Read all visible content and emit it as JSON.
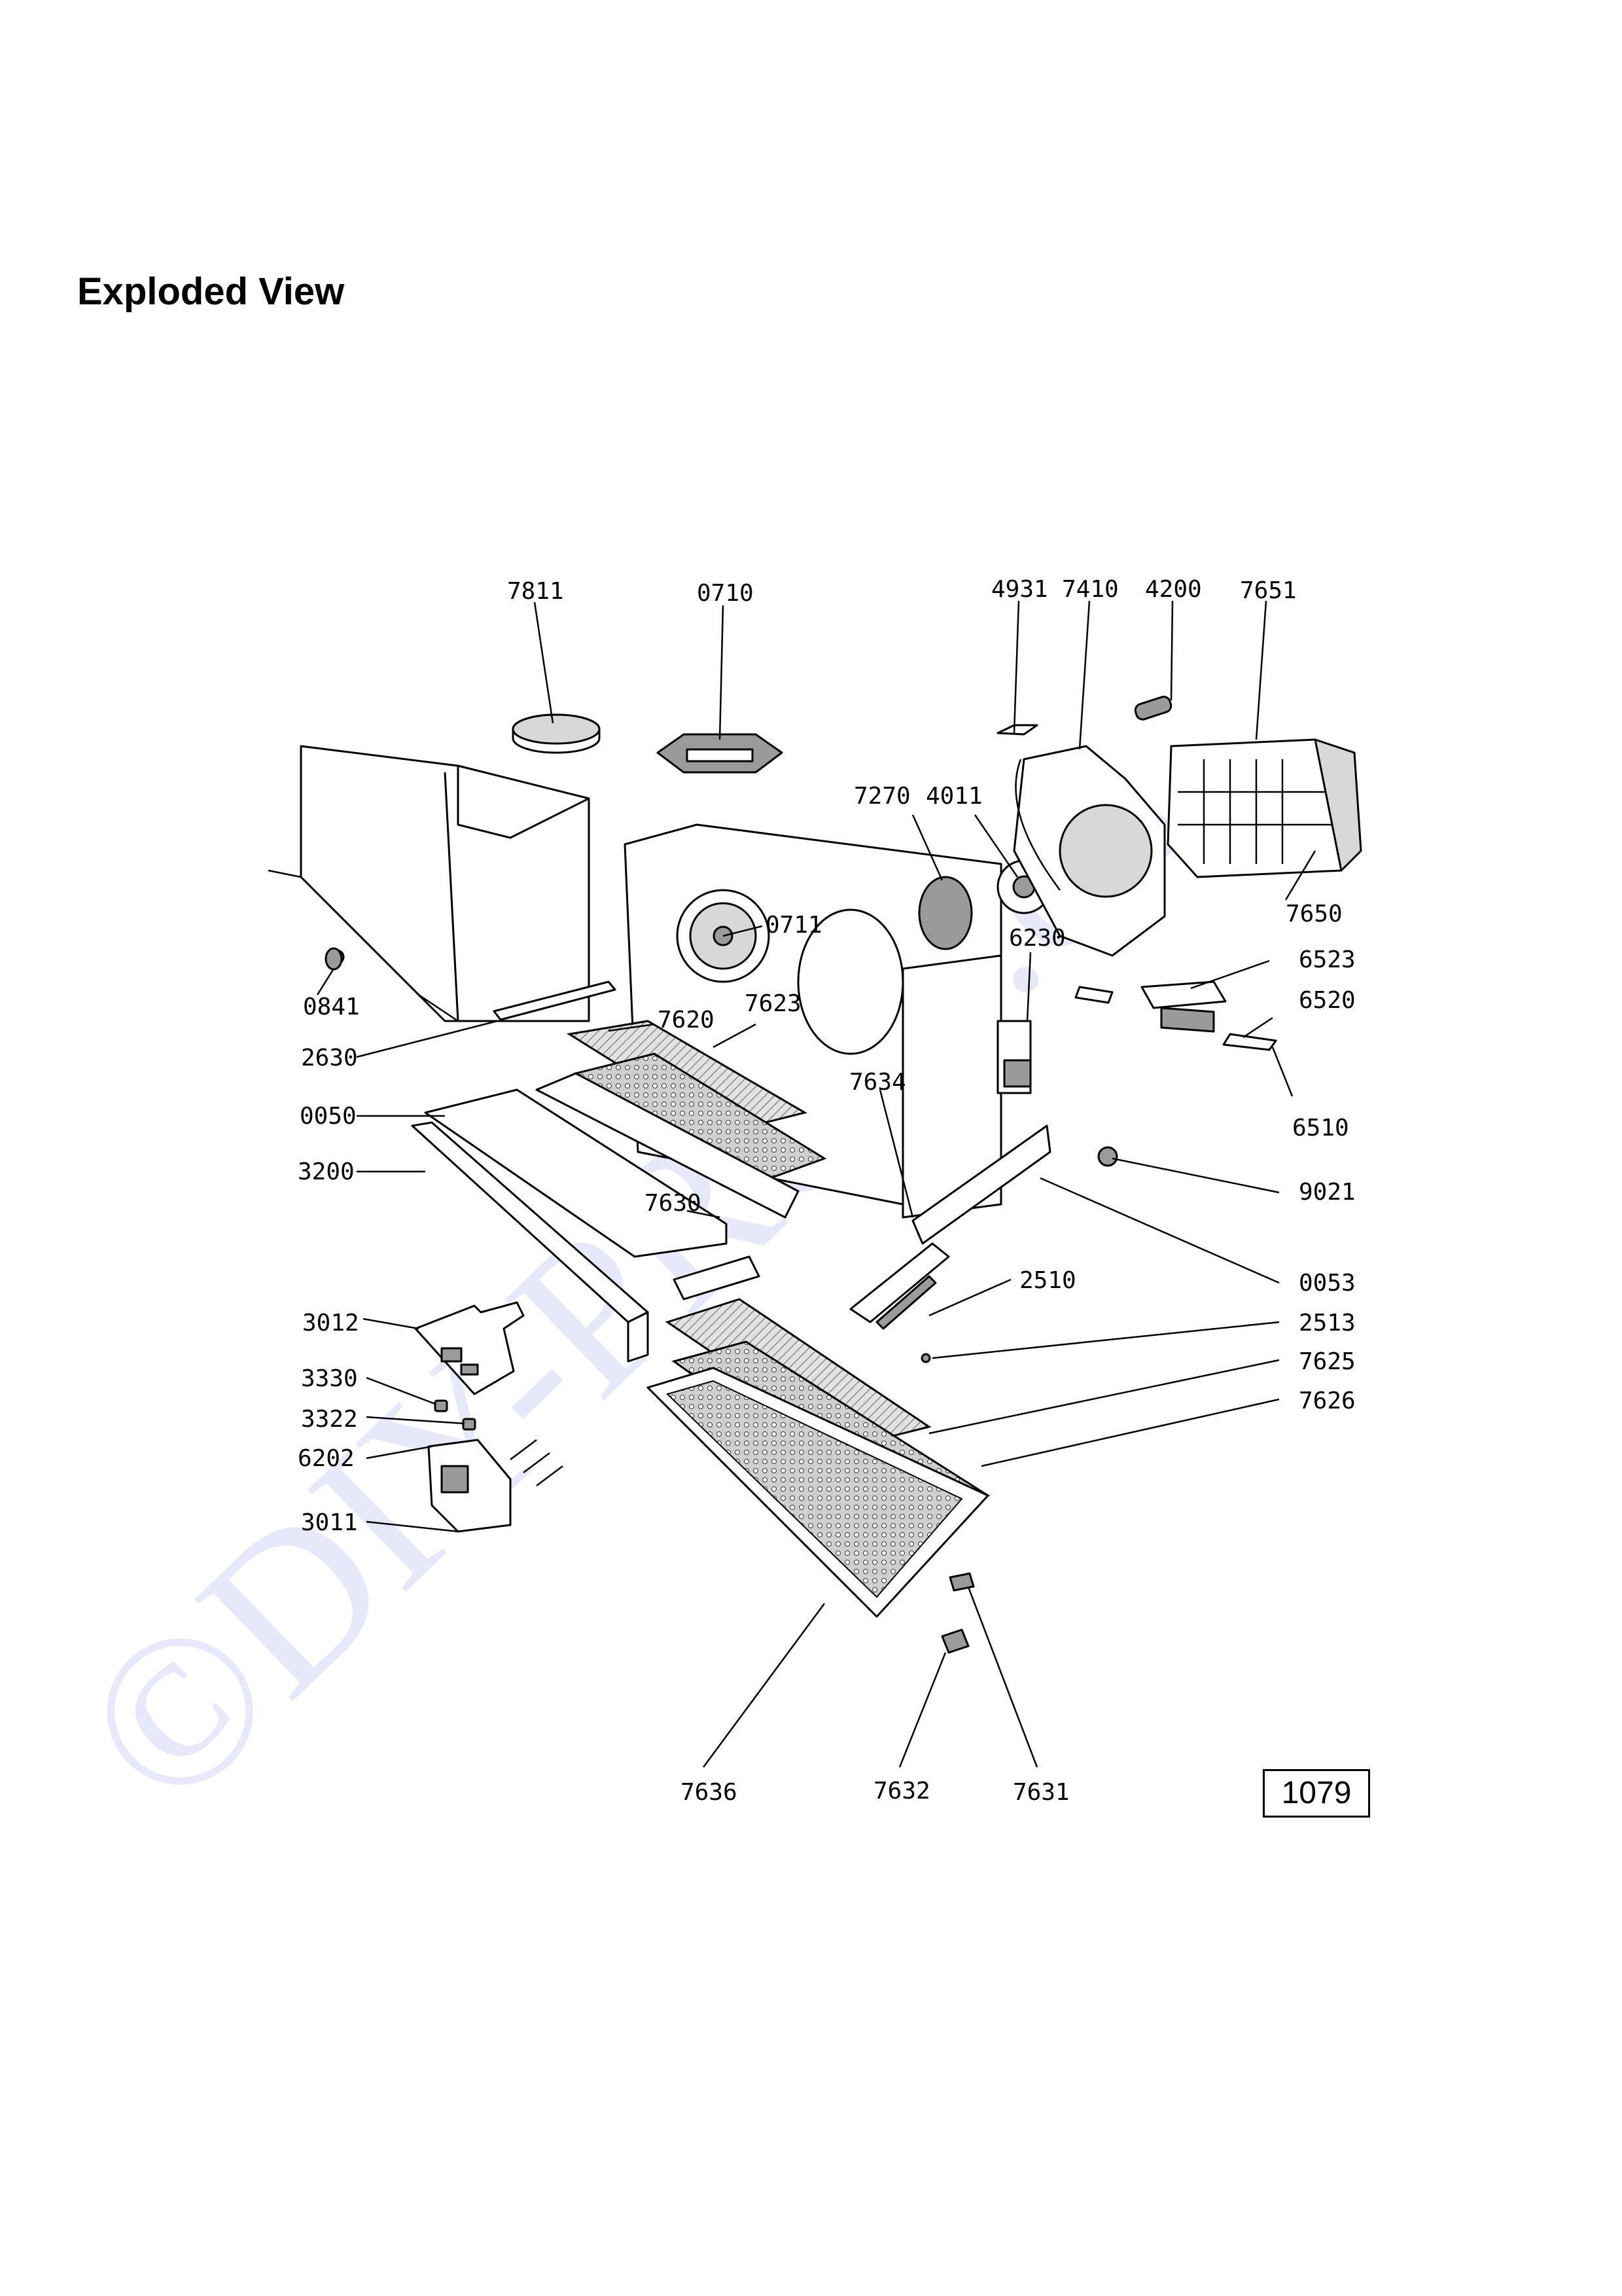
{
  "page": {
    "title": "Exploded View",
    "page_number": "1079",
    "watermark": "©DIY-PROD.cz"
  },
  "colors": {
    "line": "#000000",
    "watermark": "#e8e8fb",
    "shade": "#d8d8d8"
  },
  "parts": {
    "p7811": "7811",
    "p0710": "0710",
    "p4931": "4931",
    "p7410": "7410",
    "p4200": "4200",
    "p7651": "7651",
    "p7270": "7270",
    "p4011": "4011",
    "p0711": "0711",
    "p7650": "7650",
    "p6230": "6230",
    "p6523": "6523",
    "p0841": "0841",
    "p7620": "7620",
    "p7623": "7623",
    "p6520": "6520",
    "p2630": "2630",
    "p7634": "7634",
    "p0050": "0050",
    "p6510": "6510",
    "p3200": "3200",
    "p9021": "9021",
    "p7630": "7630",
    "p0053": "0053",
    "p2510": "2510",
    "p3012": "3012",
    "p2513": "2513",
    "p7625": "7625",
    "p3330": "3330",
    "p7626": "7626",
    "p3322": "3322",
    "p6202": "6202",
    "p3011": "3011",
    "p7636": "7636",
    "p7632": "7632",
    "p7631": "7631"
  }
}
